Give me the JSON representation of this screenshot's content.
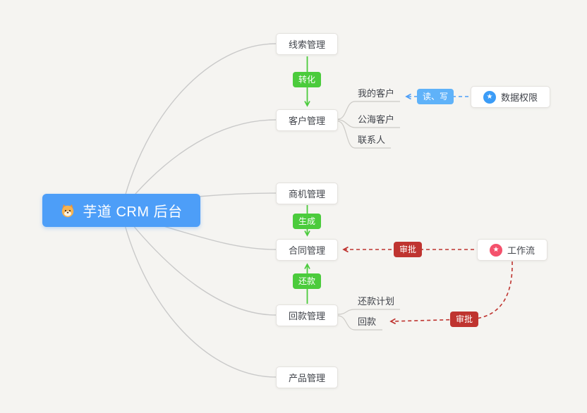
{
  "root": {
    "label": "芋道 CRM 后台"
  },
  "nodes": {
    "clue": "线索管理",
    "customer": "客户管理",
    "business": "商机管理",
    "contract": "合同管理",
    "receivable": "回款管理",
    "product": "产品管理",
    "data_permission": "数据权限",
    "workflow": "工作流"
  },
  "subnodes": {
    "my_customer": "我的客户",
    "public_customer": "公海客户",
    "contact": "联系人",
    "repayment_plan": "还款计划",
    "repayment": "回款"
  },
  "badges": {
    "convert": "转化",
    "read_write": "读、写",
    "generate": "生成",
    "approve_contract": "审批",
    "repay": "还款",
    "approve_receivable": "审批"
  },
  "icons": {
    "star": "★"
  },
  "colors": {
    "background": "#f5f4f1",
    "root_bg": "#4d9ef8",
    "node_bg": "#ffffff",
    "green": "#4bcb3c",
    "blue_badge": "#5fb2f9",
    "blue_line": "#4d9ef8",
    "red": "#bf3430",
    "data_permission_icon": "#3b9cf7",
    "workflow_icon": "#f4516c",
    "connector": "#c9c9c9"
  }
}
